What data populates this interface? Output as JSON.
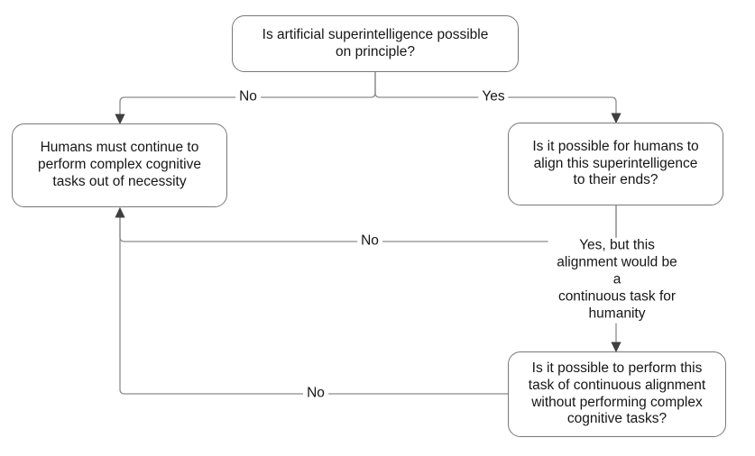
{
  "diagram": {
    "title": "superintelligence-alignment-flowchart",
    "colors": {
      "background": "#ffffff",
      "node_fill": "#ffffff",
      "node_border": "#787878",
      "edge_line": "#8c8c8c",
      "arrowhead": "#3f3f3f",
      "text": "#161616"
    },
    "nodes": {
      "root_question": {
        "text": "Is artificial superintelligence possible\non principle?"
      },
      "humans_continue": {
        "text": "Humans must continue to\nperform complex cognitive\ntasks out of necessity"
      },
      "align_question": {
        "text": "Is it possible for humans to\nalign this superintelligence\nto their ends?"
      },
      "continual_question": {
        "text": "Is it possible to perform this\ntask of continuous alignment\nwithout performing complex\ncognitive tasks?"
      }
    },
    "edge_labels": {
      "root_no": "No",
      "root_yes": "Yes",
      "align_no": "No",
      "align_yes": "Yes, but this alignment would be a\ncontinuous task for humanity",
      "continual_no": "No"
    }
  }
}
